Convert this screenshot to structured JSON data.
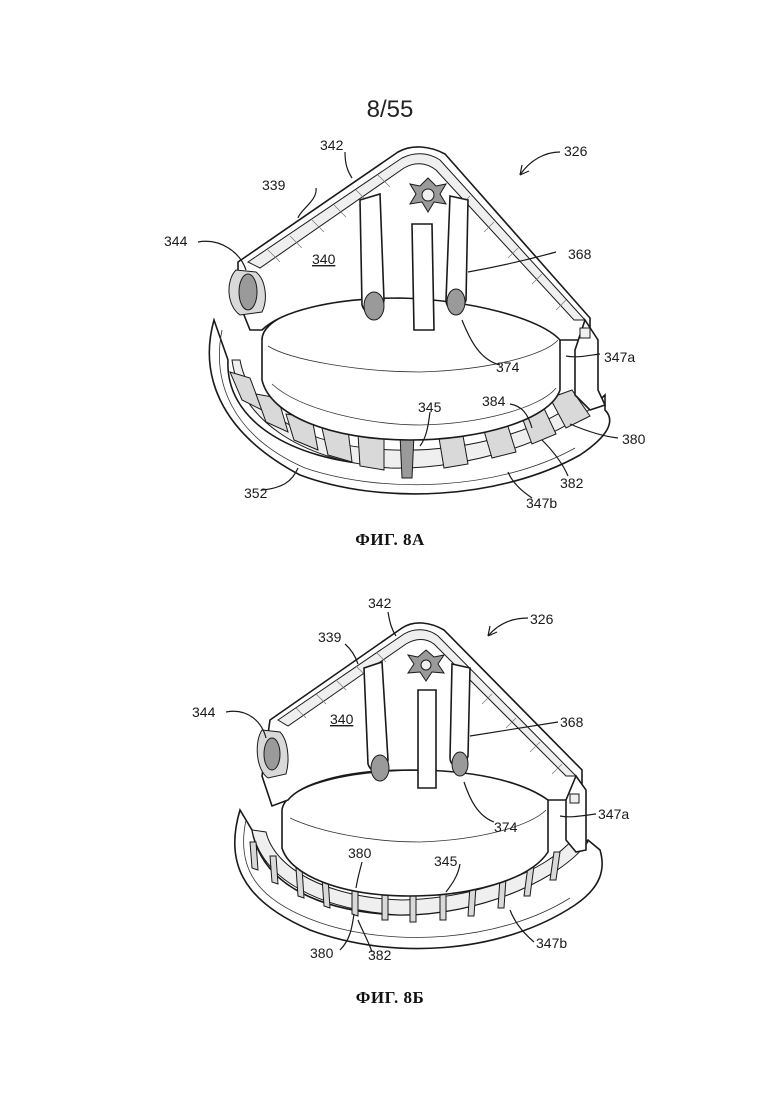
{
  "page": {
    "number": "8/55"
  },
  "figures": [
    {
      "id": "8A",
      "caption": "ФИГ. 8А",
      "labels": {
        "l326": "326",
        "l342": "342",
        "l339": "339",
        "l344": "344",
        "l340": "340",
        "l368": "368",
        "l347a": "347a",
        "l374": "374",
        "l345": "345",
        "l384": "384",
        "l380": "380",
        "l382": "382",
        "l352": "352",
        "l347b": "347b"
      }
    },
    {
      "id": "8B",
      "caption": "ФИГ. 8Б",
      "labels": {
        "l326": "326",
        "l342": "342",
        "l339": "339",
        "l344": "344",
        "l340": "340",
        "l368": "368",
        "l347a": "347a",
        "l374": "374",
        "l380top": "380",
        "l345": "345",
        "l380": "380",
        "l382": "382",
        "l347b": "347b"
      }
    }
  ]
}
